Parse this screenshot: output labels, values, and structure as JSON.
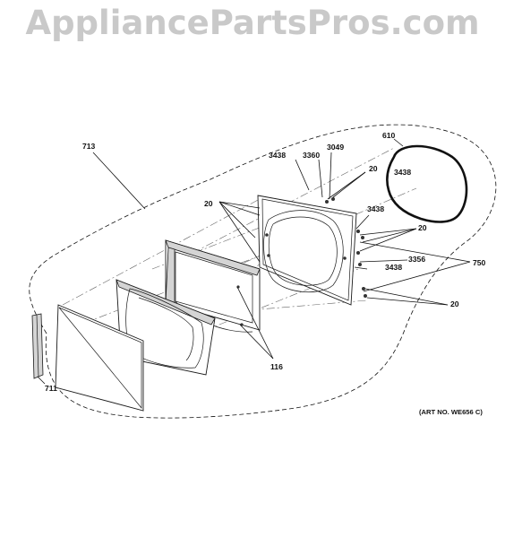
{
  "watermark": "AppliancePartsPros.com",
  "art_number": "(ART NO. WE656 C)",
  "callouts": {
    "c713": "713",
    "c711": "711",
    "c610": "610",
    "c3438_top": "3438",
    "c3360": "3360",
    "c3049": "3049",
    "c20_top": "20",
    "c3438_gasket": "3438",
    "c20_left": "20",
    "c3438_mid": "3438",
    "c20_right_mid": "20",
    "c3356": "3356",
    "c3438_low": "3438",
    "c750": "750",
    "c20_bottom": "20",
    "c116": "116"
  }
}
